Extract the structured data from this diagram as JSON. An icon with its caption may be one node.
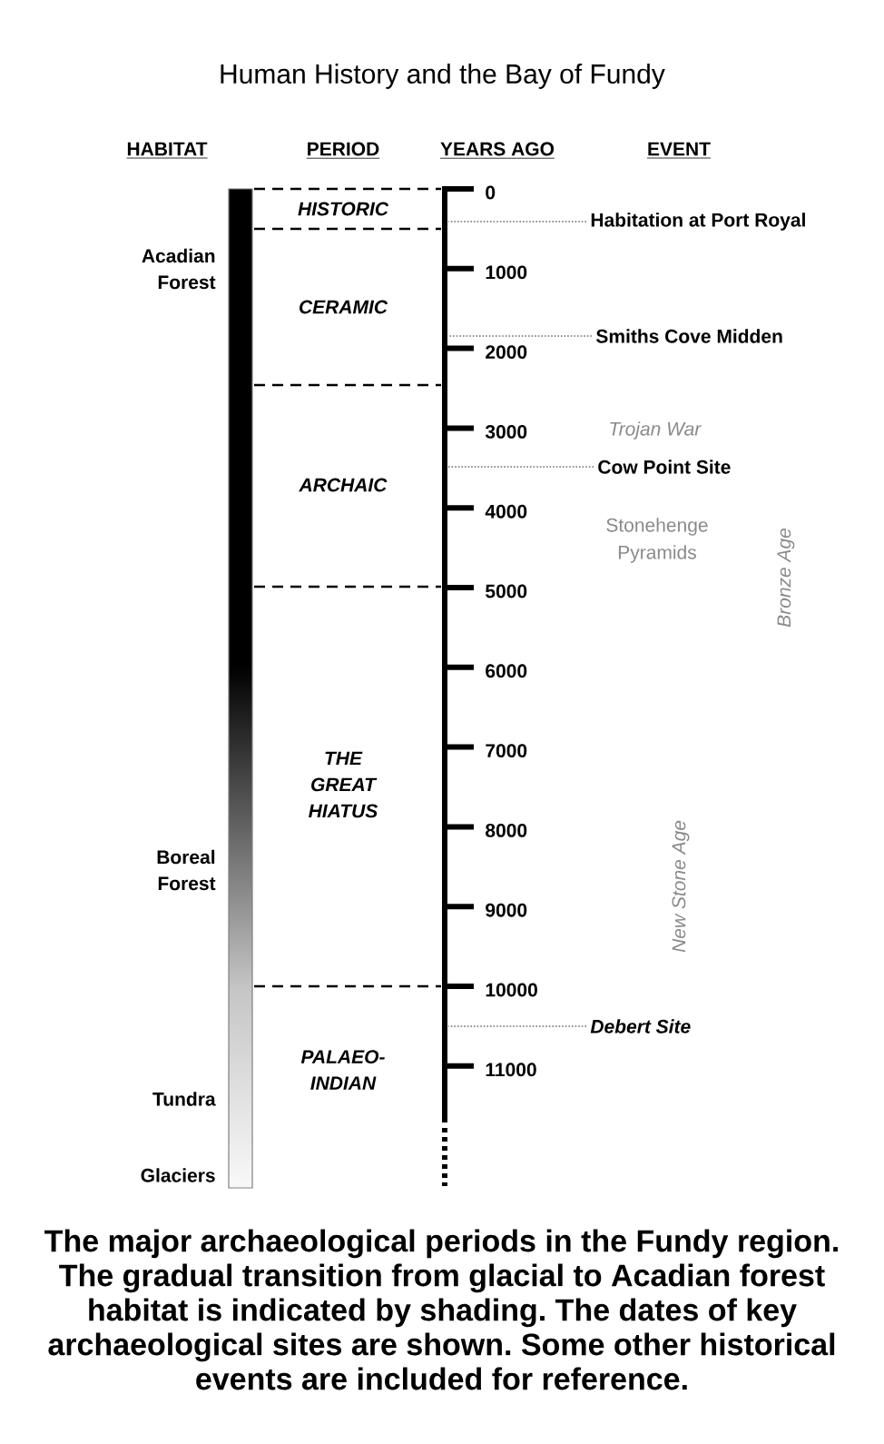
{
  "diagram": {
    "title": "Human History and the Bay of Fundy",
    "nodes": [
      {
        "text": [
          "Habitation at Port Royal"
        ]
      },
      {
        "text": [
          "Smiths Cove Midden"
        ]
      },
      {
        "text": [
          "Cow Point Site"
        ]
      },
      {
        "text": [
          "Debert Site"
        ]
      }
    ],
    "edges": [
      {
        "from": 0,
        "to": null,
        "arrow": "none"
      },
      {
        "from": 1,
        "to": null,
        "arrow": "none"
      },
      {
        "from": 2,
        "to": null,
        "arrow": "none"
      },
      {
        "from": 3,
        "to": null,
        "arrow": "none"
      }
    ],
    "labels": [
      "HABITAT",
      "PERIOD",
      "YEARS AGO",
      "EVENT",
      "0",
      "HISTORIC",
      "Acadian Forest",
      "1000",
      "CERAMIC",
      "2000",
      "3000",
      "Trojan War",
      "ARCHAIC",
      "4000",
      "Stonehenge",
      "Pyramids",
      "Bronze Age",
      "5000",
      "6000",
      "7000",
      "THE GREAT HIATUS",
      "8000",
      "Boreal Forest",
      "New Stone Age",
      "9000",
      "10000",
      "PALAEO-INDIAN",
      "11000",
      "Tundra",
      "Glaciers"
    ],
    "caption": "The major archaeological periods in the Fundy region. The gradual transition from glacial to Acadian forest habitat is indicated by shading. The dates of key archaeological sites are shown. Some other historical events are included for reference."
  }
}
